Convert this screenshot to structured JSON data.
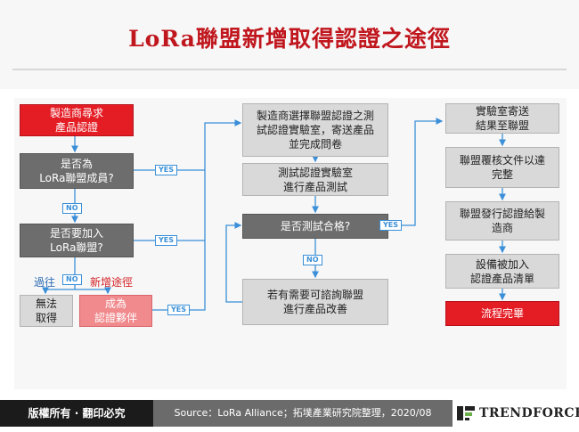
{
  "title": "LoRa聯盟新增取得認證之途徑",
  "colors": {
    "accent": "#e41d25",
    "connector": "#3a8fd8",
    "dark_box": "#6d6d6d",
    "light_box": "#d9d9d9"
  },
  "left": {
    "start": "製造商尋求\n產品認證",
    "q_member": "是否為\nLoRa聯盟成員?",
    "q_join": "是否要加入\nLoRa聯盟?",
    "old_path_label": "過往",
    "new_path_label": "新增途徑",
    "no_cert": "無法\n取得",
    "become_cert": "成為\n認證夥伴"
  },
  "middle": {
    "select_lab": "製造商選擇聯盟認證之測\n試認證實驗室，寄送產品\n並完成問卷",
    "test_lab": "測試認證實驗室\n進行產品測試",
    "q_pass": "是否測試合格?",
    "improve": "若有需要可諮詢聯盟\n進行產品改善"
  },
  "right": {
    "send_result": "實驗室寄送\n結果至聯盟",
    "review": "聯盟覆核文件以達\n完整",
    "issue_cert": "聯盟發行認證給製\n造商",
    "list_device": "設備被加入\n認證產品清單",
    "done": "流程完畢"
  },
  "tags": {
    "yes": "YES",
    "no": "NO"
  },
  "footer": {
    "rights": "版權所有 · 翻印必究",
    "source": "Source：LoRa Alliance；拓墣產業研究院整理，2020/08",
    "brand": "TRENDFORCE"
  }
}
